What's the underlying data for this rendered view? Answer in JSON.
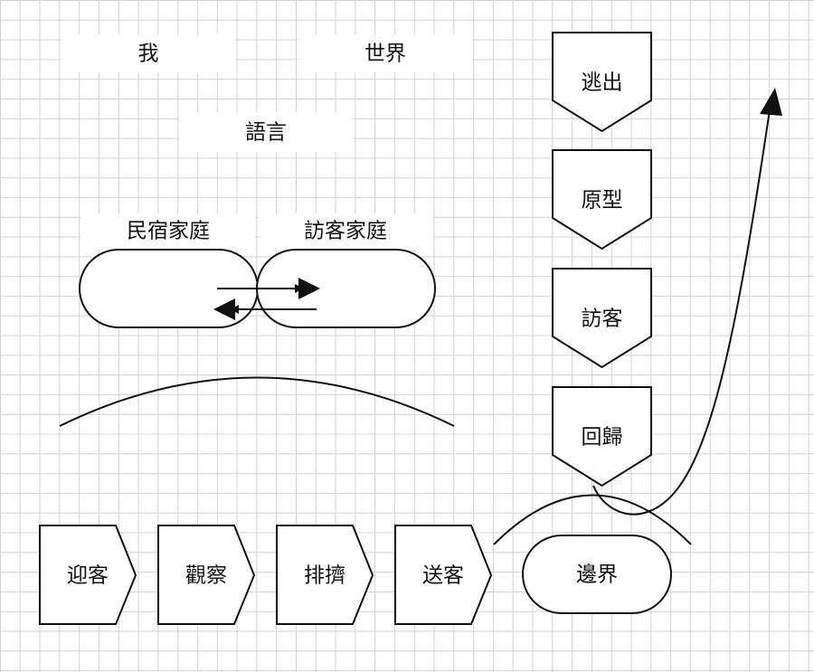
{
  "labels": {
    "self": "我",
    "world": "世界",
    "language": "語言",
    "host_family": "民宿家庭",
    "visitor_family": "訪客家庭"
  },
  "vertical_steps": [
    "逃出",
    "原型",
    "訪客",
    "回歸"
  ],
  "horizontal_steps": [
    "迎客",
    "觀察",
    "排擠",
    "送客"
  ],
  "boundary": "邊界"
}
